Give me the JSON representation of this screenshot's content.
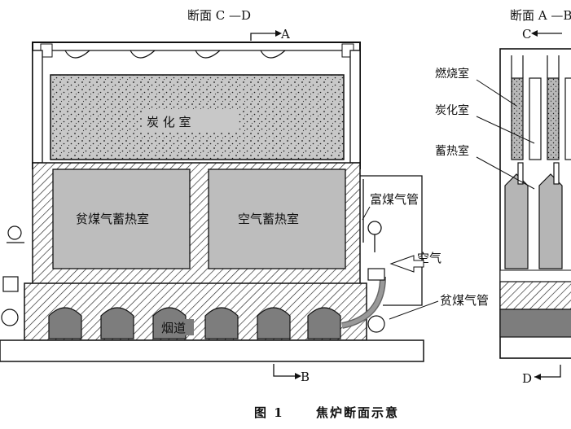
{
  "left_view": {
    "section_title": "断面 C —D",
    "top_marker": "A",
    "bottom_marker": "B",
    "chambers": {
      "carbonization": "炭 化 室",
      "lean_gas_regenerator": "贫煤气蓄热室",
      "air_regenerator": "空气蓄热室",
      "flue": "烟道"
    },
    "pipes": {
      "rich_gas": "富煤气管",
      "air": "空气",
      "lean_gas": "贫煤气管"
    }
  },
  "right_view": {
    "section_title": "断面 A —B",
    "top_marker": "C",
    "bottom_marker": "D",
    "labels": {
      "combustion": "燃烧室",
      "carbonization": "炭化室",
      "regenerator": "蓄热室"
    }
  },
  "caption": {
    "number": "图 1",
    "title": "焦炉断面示意"
  },
  "colors": {
    "ink": "#111111",
    "coal": "#c9c9c9",
    "regenerator_fill": "#bdbdbd",
    "hatch": "#222222"
  }
}
